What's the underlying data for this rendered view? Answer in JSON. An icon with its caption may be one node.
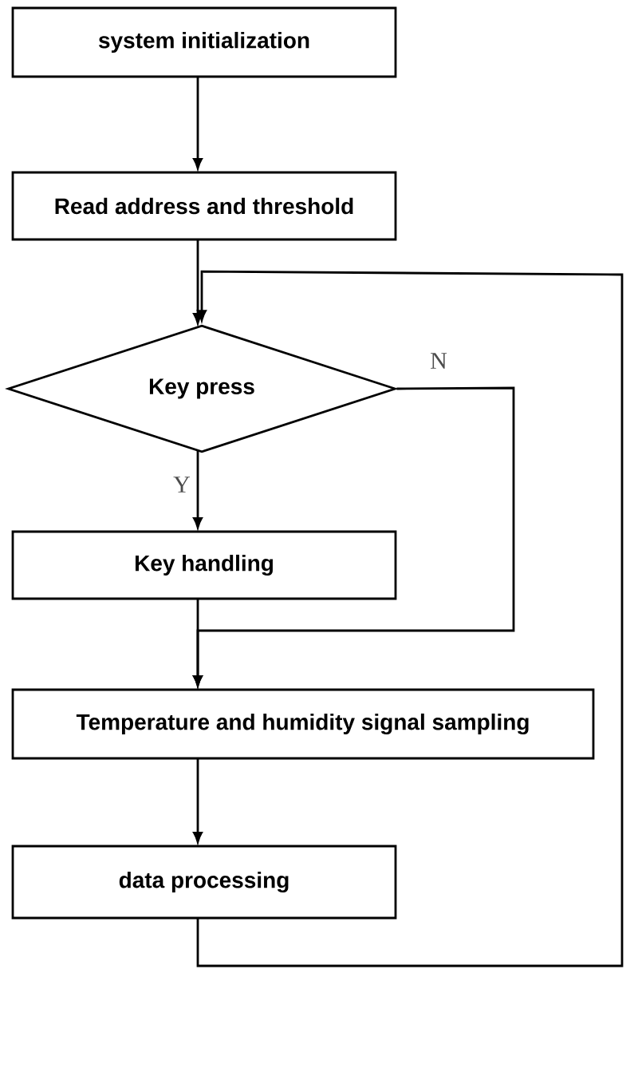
{
  "diagram": {
    "nodes": [
      {
        "text": [
          "system initialization"
        ]
      },
      {
        "text": [
          "Read address and threshold"
        ]
      },
      {
        "text": [
          "Key press"
        ]
      },
      {
        "text": [
          "Key handling"
        ]
      },
      {
        "text": [
          "Temperature and humidity signal sampling"
        ]
      },
      {
        "text": [
          "data processing"
        ]
      }
    ],
    "edges": [
      {
        "from": 0,
        "to": 1,
        "arrow": "to"
      },
      {
        "from": 1,
        "to": 2,
        "arrow": "to"
      },
      {
        "from": 2,
        "to": 3,
        "arrow": "to",
        "label": "Y"
      },
      {
        "from": 2,
        "to": 4,
        "arrow": "to",
        "label": "N"
      },
      {
        "from": 3,
        "to": 4,
        "arrow": "to"
      },
      {
        "from": 4,
        "to": 5,
        "arrow": "to"
      },
      {
        "from": 5,
        "to": 2,
        "arrow": "to"
      }
    ]
  }
}
